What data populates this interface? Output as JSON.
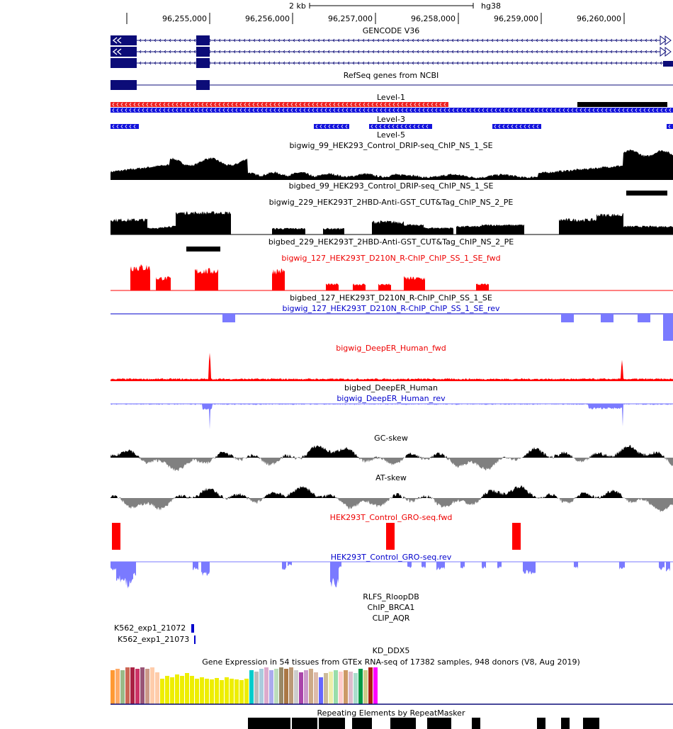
{
  "ruler": {
    "scale_label": "2 kb",
    "assembly": "hg38",
    "ticks": [
      "96,255,000",
      "96,256,000",
      "96,257,000",
      "96,258,000",
      "96,259,000",
      "96,260,000"
    ]
  },
  "tracks": {
    "gencode": "GENCODE V36",
    "refseq": "RefSeq genes from NCBI",
    "level1": "Level-1",
    "level3": "Level-3",
    "level5": "Level-5",
    "bigwig_99": "bigwig_99_HEK293_Control_DRIP-seq_ChIP_NS_1_SE",
    "bigbed_99": "bigbed_99_HEK293_Control_DRIP-seq_ChIP_NS_1_SE",
    "bigwig_229": "bigwig_229_HEK293T_2HBD-Anti-GST_CUT&Tag_ChIP_NS_2_PE",
    "bigbed_229": "bigbed_229_HEK293T_2HBD-Anti-GST_CUT&Tag_ChIP_NS_2_PE",
    "bigwig_127_fwd": "bigwig_127_HEK293T_D210N_R-ChIP_ChIP_SS_1_SE_fwd",
    "bigbed_127": "bigbed_127_HEK293T_D210N_R-ChIP_ChIP_SS_1_SE",
    "bigwig_127_rev": "bigwig_127_HEK293T_D210N_R-ChIP_ChIP_SS_1_SE_rev",
    "deeper_fwd": "bigwig_DeepER_Human_fwd",
    "deeper_bed": "bigbed_DeepER_Human",
    "deeper_rev": "bigwig_DeepER_Human_rev",
    "gc_skew": "GC-skew",
    "at_skew": "AT-skew",
    "gro_fwd": "HEK293T_Control_GRO-seq.fwd",
    "gro_rev": "HEK293T_Control_GRO-seq.rev",
    "rlfs": "RLFS_RloopDB",
    "brca1": "ChIP_BRCA1",
    "aqr": "CLIP_AQR",
    "k562_1": "K562_exp1_21072",
    "k562_2": "K562_exp1_21073",
    "kd_ddx5": "KD_DDX5",
    "gtex": "Gene Expression in 54 tissues from GTEx RNA-seq of 17382 samples, 948 donors (V8, Aug 2019)",
    "repeatmasker": "Repeating Elements by RepeatMasker"
  },
  "colors": {
    "signal_black": "#000000",
    "fwd_red": "#ff0000",
    "rev_blue": "#7a7aff",
    "gene_navy": "#0c0c78",
    "level_blue": "#1414dc",
    "skew_gray": "#808080"
  },
  "gtex_colors": [
    "#ff9933",
    "#ffaa66",
    "#99bb88",
    "#cc6655",
    "#aa2244",
    "#cc3366",
    "#995577",
    "#cc9988",
    "#ffccaa",
    "#ffccaa",
    "#eeee00",
    "#eeee00",
    "#eeee00",
    "#eeee00",
    "#eeee00",
    "#eeee00",
    "#eeee00",
    "#eeee00",
    "#eeee00",
    "#eeee00",
    "#eeee00",
    "#eeee00",
    "#eeee00",
    "#eeee00",
    "#eeee00",
    "#eeee00",
    "#eeee00",
    "#eeee00",
    "#00cccc",
    "#bbbbbb",
    "#aaccdd",
    "#ddaacc",
    "#aaaaee",
    "#bbddbb",
    "#998866",
    "#aa7744",
    "#bb9977",
    "#cccccc",
    "#aa44aa",
    "#cc99cc",
    "#ccaa88",
    "#ddbbaa",
    "#6666ff",
    "#ccbb99",
    "#eeeeaa",
    "#99ddaa",
    "#ffcccc",
    "#cc9966",
    "#ddbbcc",
    "#aaddcc",
    "#009944",
    "#cccc88",
    "#aa2211",
    "#ff00ff"
  ]
}
